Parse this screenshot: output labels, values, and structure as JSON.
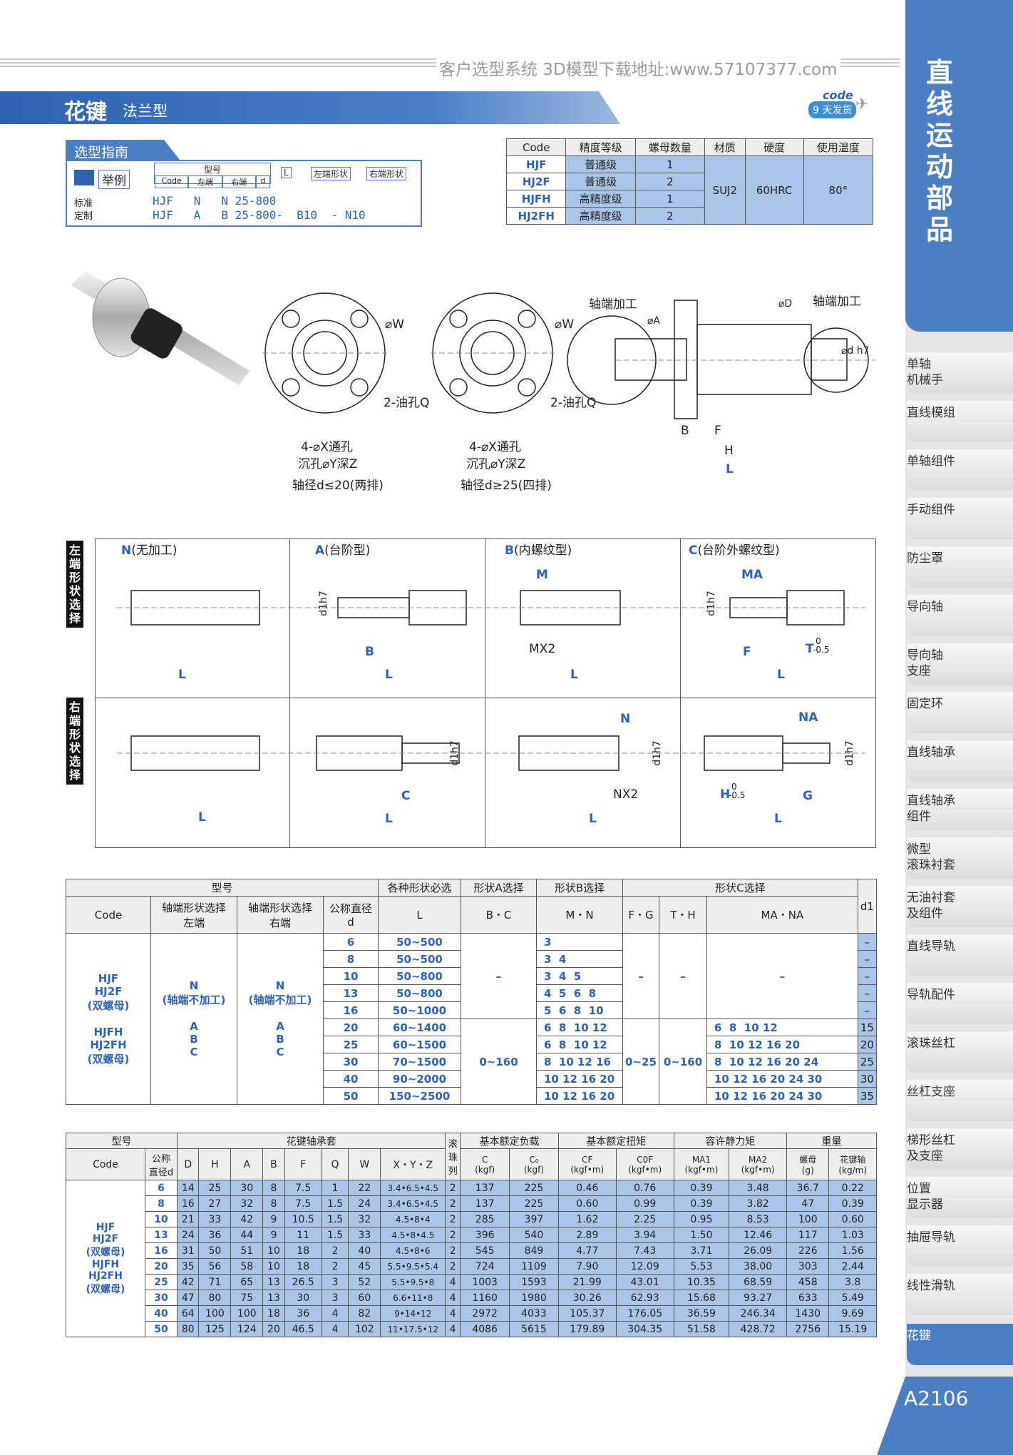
{
  "header": {
    "url_text": "客户选型系统  3D模型下载地址:www.57107377.com",
    "title": "花键",
    "subtitle": "法兰型",
    "badge_code": "code",
    "badge_days": "9 天发货"
  },
  "sidebar": {
    "title": "直线运动部品",
    "items": [
      "单轴\n机械手",
      "直线模组",
      "单轴组件",
      "手动组件",
      "防尘罩",
      "导向轴",
      "导向轴\n支座",
      "固定环",
      "直线轴承",
      "直线轴承\n组件",
      "微型\n滚珠衬套",
      "无油衬套\n及组件",
      "直线导轨",
      "导轨配件",
      "滚珠丝杠",
      "丝杠支座",
      "梯形丝杠\n及支座",
      "位置\n显示器",
      "抽屉导轨",
      "线性滑轨",
      "花键"
    ],
    "page_number": "A2106"
  },
  "guide": {
    "tab_label": "选型指南",
    "example_label": "举例",
    "model_label": "型号",
    "code_label": "Code",
    "left_end_label": "左端",
    "right_end_label": "右端",
    "d_label": "d",
    "L_label": "L",
    "left_shape_label": "左端形状",
    "right_shape_label": "右端形状",
    "std_label": "标准",
    "custom_label": "定制",
    "std_value": "HJF   N   N 25-800",
    "custom_value": "HJF   A   B 25-800-  B10  - N10"
  },
  "spec_table": {
    "headers": [
      "Code",
      "精度等级",
      "螺母数量",
      "材质",
      "硬度",
      "使用温度"
    ],
    "rows": [
      {
        "code": "HJF",
        "grade": "普通级",
        "nuts": "1"
      },
      {
        "code": "HJ2F",
        "grade": "普通级",
        "nuts": "2"
      },
      {
        "code": "HJFH",
        "grade": "高精度级",
        "nuts": "1"
      },
      {
        "code": "HJ2FH",
        "grade": "高精度级",
        "nuts": "2"
      }
    ],
    "material": "SUJ2",
    "hardness": "60HRC",
    "temperature": "80°"
  },
  "drawing": {
    "phi_w": "⌀W",
    "oil_hole": "2-油孔Q",
    "thru_hole": "4-⌀X通孔",
    "counterbore": "沉孔⌀Y深Z",
    "caption_small": "轴径d≤20(两排)",
    "caption_large": "轴径d≥25(四排)",
    "shaft_end_left": "轴端加工",
    "shaft_end_right": "轴端加工",
    "phi_a": "⌀A",
    "phi_d_cap": "⌀D",
    "phi_d_h7": "⌀d h7",
    "dim_b": "B",
    "dim_f": "F",
    "dim_h": "H",
    "dim_l": "L"
  },
  "shapes": {
    "left_label": "左端形状选择",
    "right_label": "右端形状选择",
    "titles": [
      {
        "code": "N",
        "text": "(无加工)"
      },
      {
        "code": "A",
        "text": "(台阶型)"
      },
      {
        "code": "B",
        "text": "(内螺纹型)"
      },
      {
        "code": "C",
        "text": "(台阶外螺纹型)"
      }
    ],
    "left_dims": [
      "L",
      "B",
      "L",
      "M",
      "MX2",
      "L",
      "MA",
      "F",
      "T",
      "-0.5",
      "0",
      "L",
      "d1h7",
      "d1h7"
    ],
    "right_dims": [
      "L",
      "C",
      "L",
      "N",
      "NX2",
      "L",
      "NA",
      "H",
      "-0.5",
      "0",
      "G",
      "L",
      "d1h7",
      "d1h7",
      "d1h7"
    ]
  },
  "main_table": {
    "h_model": "型号",
    "h_required": "各种形状必选",
    "h_shapeA": "形状A选择",
    "h_shapeB": "形状B选择",
    "h_shapeC": "形状C选择",
    "h_d1": "d1",
    "h_code": "Code",
    "h_left": "轴端形状选择\n左端",
    "h_right": "轴端形状选择\n右端",
    "h_dia": "公称直径\nd",
    "h_L": "L",
    "h_BC": "B・C",
    "h_MN": "M・N",
    "h_FG": "F・G",
    "h_TH": "T・H",
    "h_MANA": "MA・NA",
    "codes": "HJF\nHJ2F\n(双螺母)\n\nHJFH\nHJ2FH\n(双螺母)",
    "left_vals": "N\n(轴端不加工)\n\nA\nB\nC",
    "right_vals": "N\n(轴端不加工)\n\nA\nB\nC",
    "dash": "–",
    "bc_range": "0~160",
    "fg_range": "0~25",
    "th_range": "0~160",
    "rows": [
      {
        "d": "6",
        "L": "50~500",
        "MN": "3",
        "MANA": "",
        "d1": "–"
      },
      {
        "d": "8",
        "L": "50~500",
        "MN": "3  4",
        "MANA": "",
        "d1": "–"
      },
      {
        "d": "10",
        "L": "50~800",
        "MN": "3  4  5",
        "MANA": "",
        "d1": "–"
      },
      {
        "d": "13",
        "L": "50~800",
        "MN": "4  5  6  8",
        "MANA": "",
        "d1": "–"
      },
      {
        "d": "16",
        "L": "50~1000",
        "MN": "5  6  8  10",
        "MANA": "",
        "d1": "–"
      },
      {
        "d": "20",
        "L": "60~1400",
        "MN": "6  8  10 12",
        "MANA": "6  8  10 12",
        "d1": "15"
      },
      {
        "d": "25",
        "L": "60~1500",
        "MN": "6  8  10 12",
        "MANA": "8  10 12 16 20",
        "d1": "20"
      },
      {
        "d": "30",
        "L": "70~1500",
        "MN": "8  10 12 16",
        "MANA": "8  10 12 16 20 24",
        "d1": "25"
      },
      {
        "d": "40",
        "L": "90~2000",
        "MN": "10 12 16 20",
        "MANA": "10 12 16 20 24 30",
        "d1": "30"
      },
      {
        "d": "50",
        "L": "150~2500",
        "MN": "10 12 16 20",
        "MANA": "10 12 16 20 24 30",
        "d1": "35"
      }
    ]
  },
  "dim_table": {
    "h_model": "型号",
    "h_bearing": "花键轴承套",
    "h_rows": "滚\n珠\n列",
    "h_load": "基本额定负载",
    "h_torque": "基本额定扭矩",
    "h_static": "容许静力矩",
    "h_weight": "重量",
    "h_code": "Code",
    "h_dia": "公称\n直径d",
    "cols": [
      "D",
      "H",
      "A",
      "B",
      "F",
      "Q",
      "W",
      "X・Y・Z"
    ],
    "h_C": "C\n(kgf)",
    "h_C0": "C₀\n(kgf)",
    "h_CF": "CF\n(kgf•m)",
    "h_C0F": "C0F\n(kgf•m)",
    "h_MA1": "MA1\n(kgf•m)",
    "h_MA2": "MA2\n(kgf•m)",
    "h_nut": "螺母\n(g)",
    "h_shaft": "花键轴\n(kg/m)",
    "codes": "HJF\nHJ2F\n(双螺母)\nHJFH\nHJ2FH\n(双螺母)",
    "rows": [
      [
        "6",
        "14",
        "25",
        "30",
        "8",
        "7.5",
        "1",
        "22",
        "3.4•6.5•4.5",
        "2",
        "137",
        "225",
        "0.46",
        "0.76",
        "0.39",
        "3.48",
        "36.7",
        "0.22"
      ],
      [
        "8",
        "16",
        "27",
        "32",
        "8",
        "7.5",
        "1.5",
        "24",
        "3.4•6.5•4.5",
        "2",
        "137",
        "225",
        "0.60",
        "0.99",
        "0.39",
        "3.82",
        "47",
        "0.39"
      ],
      [
        "10",
        "21",
        "33",
        "42",
        "9",
        "10.5",
        "1.5",
        "32",
        "4.5•8•4",
        "2",
        "285",
        "397",
        "1.62",
        "2.25",
        "0.95",
        "8.53",
        "100",
        "0.60"
      ],
      [
        "13",
        "24",
        "36",
        "44",
        "9",
        "11",
        "1.5",
        "33",
        "4.5•8•4.5",
        "2",
        "396",
        "540",
        "2.89",
        "3.94",
        "1.50",
        "12.46",
        "117",
        "1.03"
      ],
      [
        "16",
        "31",
        "50",
        "51",
        "10",
        "18",
        "2",
        "40",
        "4.5•8•6",
        "2",
        "545",
        "849",
        "4.77",
        "7.43",
        "3.71",
        "26.09",
        "226",
        "1.56"
      ],
      [
        "20",
        "35",
        "56",
        "58",
        "10",
        "18",
        "2",
        "45",
        "5.5•9.5•5.4",
        "2",
        "724",
        "1109",
        "7.90",
        "12.09",
        "5.53",
        "38.00",
        "303",
        "2.44"
      ],
      [
        "25",
        "42",
        "71",
        "65",
        "13",
        "26.5",
        "3",
        "52",
        "5.5•9.5•8",
        "4",
        "1003",
        "1593",
        "21.99",
        "43.01",
        "10.35",
        "68.59",
        "458",
        "3.8"
      ],
      [
        "30",
        "47",
        "80",
        "75",
        "13",
        "30",
        "3",
        "60",
        "6.6•11•8",
        "4",
        "1160",
        "1980",
        "30.26",
        "62.93",
        "15.68",
        "93.27",
        "633",
        "5.49"
      ],
      [
        "40",
        "64",
        "100",
        "100",
        "18",
        "36",
        "4",
        "82",
        "9•14•12",
        "4",
        "2972",
        "4033",
        "105.37",
        "176.05",
        "36.59",
        "246.34",
        "1430",
        "9.69"
      ],
      [
        "50",
        "80",
        "125",
        "124",
        "20",
        "46.5",
        "4",
        "102",
        "11•17.5•12",
        "4",
        "4086",
        "5615",
        "179.89",
        "304.35",
        "51.58",
        "428.72",
        "2756",
        "15.19"
      ]
    ]
  }
}
